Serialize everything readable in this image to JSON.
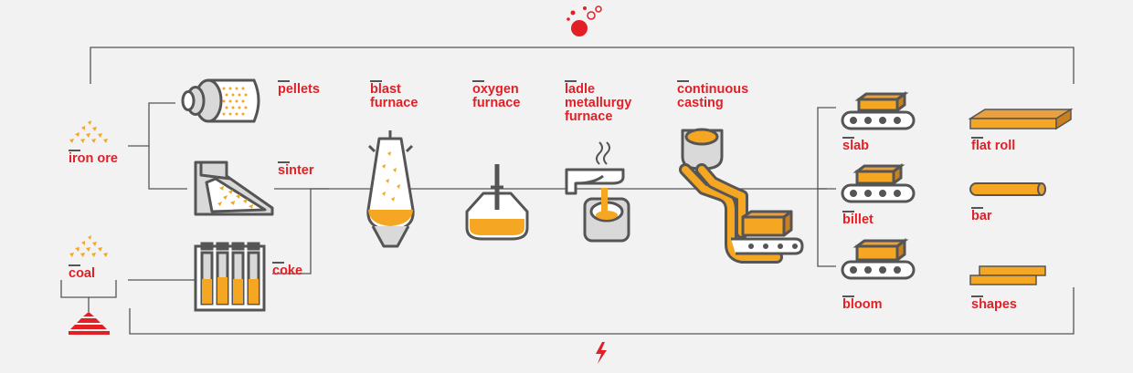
{
  "stages": {
    "pellets": "pellets",
    "blast_furnace": "blast\nfurnace",
    "oxygen_furnace": "oxygen\nfurnace",
    "ladle_metallurgy": "ladle\nmetallurgy\nfurnace",
    "continuous_casting": "continuous\ncasting",
    "sinter": "sinter",
    "coke": "coke"
  },
  "inputs": {
    "iron_ore": "iron ore",
    "coal": "coal"
  },
  "semi_finished": {
    "slab": "slab",
    "billet": "billet",
    "bloom": "bloom"
  },
  "products": {
    "flat_roll": "flat roll",
    "bar": "bar",
    "shapes": "shapes"
  },
  "icons": [
    "bubbles-icon",
    "lightning-icon",
    "ore-pile-icon",
    "coal-pile-icon",
    "pyramid-icon"
  ],
  "colors": {
    "accent": "#e31f26",
    "material": "#f5a623",
    "line": "#555555",
    "fill": "#d9d9d9",
    "background": "#f2f2f2"
  }
}
